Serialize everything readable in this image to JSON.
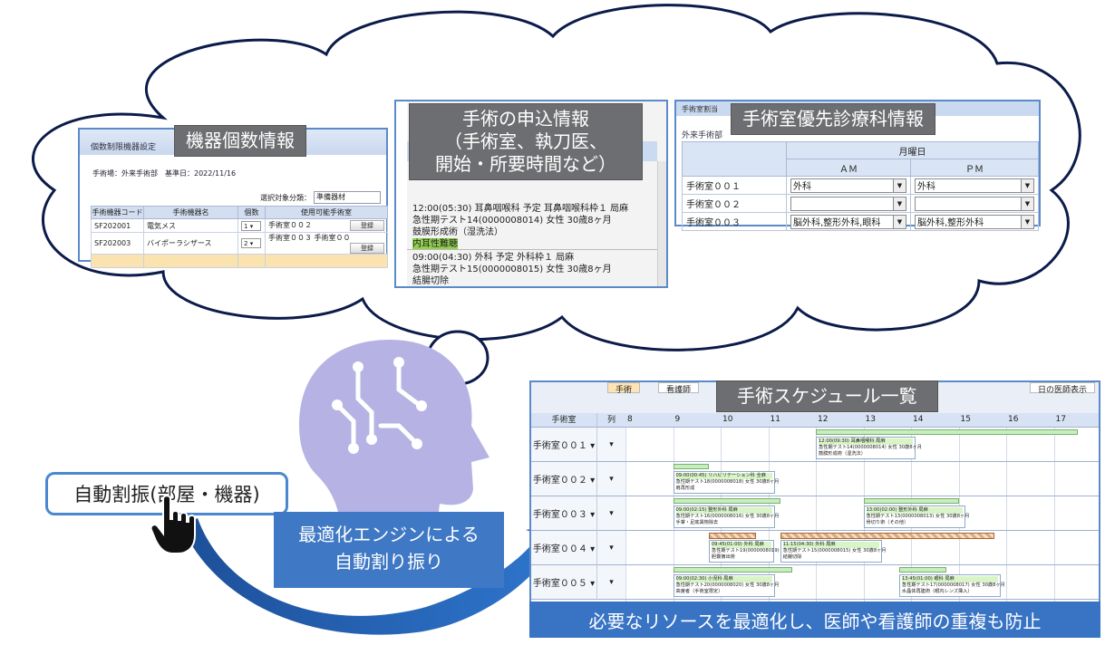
{
  "labels": {
    "kiki": "機器個数情報",
    "moshikomi_lines": [
      "手術の申込情報",
      "（手術室、執刀医、",
      "開始・所要時間など）"
    ],
    "yusen": "手術室優先診療科情報",
    "schedule": "手術スケジュール一覧"
  },
  "kiki_panel": {
    "title": "個数制限機器設定",
    "info": "手術場：外来手術部　基準日：2022/11/16",
    "filter_label": "選択対象分類：",
    "filter_value": "準備器材",
    "columns": [
      "手術機器コード",
      "手術機器名",
      "個数",
      "使用可能手術室"
    ],
    "rows": [
      {
        "code": "SF202001",
        "name": "電気メス",
        "count": "1",
        "rooms": "手術室００２",
        "button": "登録"
      },
      {
        "code": "SF202003",
        "name": "バイポーラシザース",
        "count": "2",
        "rooms": "手術室００３ 手術室００",
        "button": "登録"
      }
    ]
  },
  "moshikomi_panel": {
    "entries": [
      {
        "line1": "12:00(05:30)  耳鼻咽喉科  予定  耳鼻咽喉科枠１  局麻",
        "line2": "急性期テスト14(0000008014)    女性    30歳8ヶ月",
        "line3": "鼓膜形成術（湿洗法）",
        "tag": "内耳性難聴"
      },
      {
        "line1": "09:00(04:30)  外科  予定  外科枠１  局麻",
        "line2": "急性期テスト15(0000008015)    女性    30歳8ヶ月",
        "line3": "結腸切除",
        "tag": ""
      }
    ]
  },
  "yusen_panel": {
    "title": "手術室割当",
    "sub": "外来手術部",
    "weekday": "月曜日",
    "am": "ＡＭ",
    "pm": "ＰＭ",
    "rows": [
      {
        "room": "手術室００１",
        "am": "外科",
        "pm": "外科"
      },
      {
        "room": "手術室００２",
        "am": "",
        "pm": ""
      },
      {
        "room": "手術室００３",
        "am": "脳外科,整形外科,眼科",
        "pm": "脳外科,整形外科"
      }
    ]
  },
  "schedule_panel": {
    "top_buttons": [
      "手術",
      "看護師",
      "日の医師表示"
    ],
    "col_room": "手術室",
    "col_row": "列",
    "hours": [
      "8",
      "9",
      "10",
      "11",
      "12",
      "13",
      "14",
      "15",
      "16",
      "17"
    ],
    "rooms": [
      "手術室００１",
      "手術室００２",
      "手術室００３",
      "手術室００４",
      "手術室００５"
    ],
    "cards": [
      {
        "title": "12:00(09:30)  耳鼻咽喉科  局麻",
        "l2": "急性期テスト14(0000008014)  女性  30歳8ヶ月",
        "l3": "鼓膜形成術（湿洗法）"
      },
      {
        "title": "09:00(00:45)  リハビリテーション科  全麻",
        "l2": "急性期テスト18(0000008018)  女性  30歳8ヶ月",
        "l3": "肩再形成"
      },
      {
        "title": "09:00(02:15)  整形外科  局麻",
        "l2": "急性期テスト16(0000008016)  女性  30歳8ヶ月",
        "l3": "手掌・足底異物除去"
      },
      {
        "title": "13:00(02:00)  整形外科  局麻",
        "l2": "急性期テスト13(0000008013)  女性  30歳8ヶ月",
        "l3": "骨切り術（その他）"
      },
      {
        "title": "09:45(01:00)  外科  局麻",
        "l2": "急性期テスト19(0000008019)",
        "l3": "胆嚢摘出術"
      },
      {
        "title": "11:15(04:30)  外科  局麻",
        "l2": "急性期テスト15(0000008015)  女性  30歳8ヶ月",
        "l3": "結腸切除"
      },
      {
        "title": "09:00(02:30)  小児科  局麻",
        "l2": "急性期テスト20(0000008020)  女性  30歳8ヶ月",
        "l3": "高度者（手術室限定）"
      },
      {
        "title": "13:45(01:00)  眼科  局麻",
        "l2": "急性期テスト17(0000008017)  女性  30歳8ヶ月",
        "l3": "水晶体再建術（眼内レンズ挿入）"
      }
    ]
  },
  "banner": "必要なリソースを最適化し、医師や看護師の重複も防止",
  "auto_button": "自動割振(部屋・機器)",
  "engine_lines": [
    "最適化エンジンによる",
    "自動割り振り"
  ],
  "colors": {
    "accent": "#3873c4",
    "label_gray": "#6d6e71",
    "cloud_stroke": "#0b1b4a",
    "head": "#b6b3e4"
  }
}
